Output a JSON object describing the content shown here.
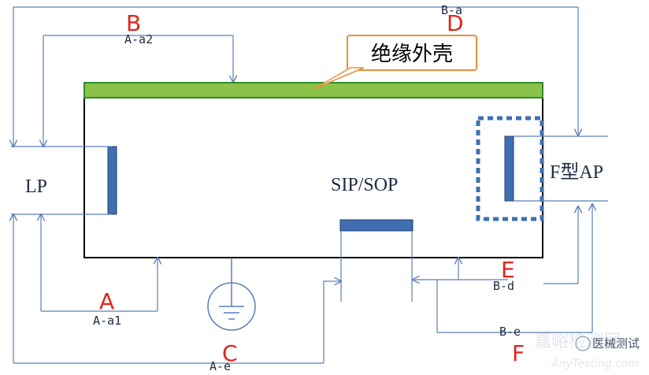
{
  "colors": {
    "line": "#5b7fb8",
    "body_stroke": "#000000",
    "insulation_fill": "#8bc34a",
    "insulation_stroke": "#2e8b2e",
    "electrode": "#3f6fb0",
    "callout_border": "#e8913a",
    "red_letter": "#e3241b"
  },
  "parts": {
    "enclosure_label": "绝缘外壳",
    "lp_label": "LP",
    "sip_label": "SIP/SOP",
    "fap_label": "F型AP"
  },
  "letters": {
    "A": "A",
    "B": "B",
    "C": "C",
    "D": "D",
    "E": "E",
    "F": "F"
  },
  "paths": {
    "a_a1": "A-a1",
    "a_a2": "A-a2",
    "a_e": "A-e",
    "b_a": "B-a",
    "b_d": "B-d",
    "b_e": "B-e"
  },
  "watermark": {
    "title": "嘉峪检测网",
    "subtitle": "医械测试",
    "url": "AnyTesting.com"
  }
}
